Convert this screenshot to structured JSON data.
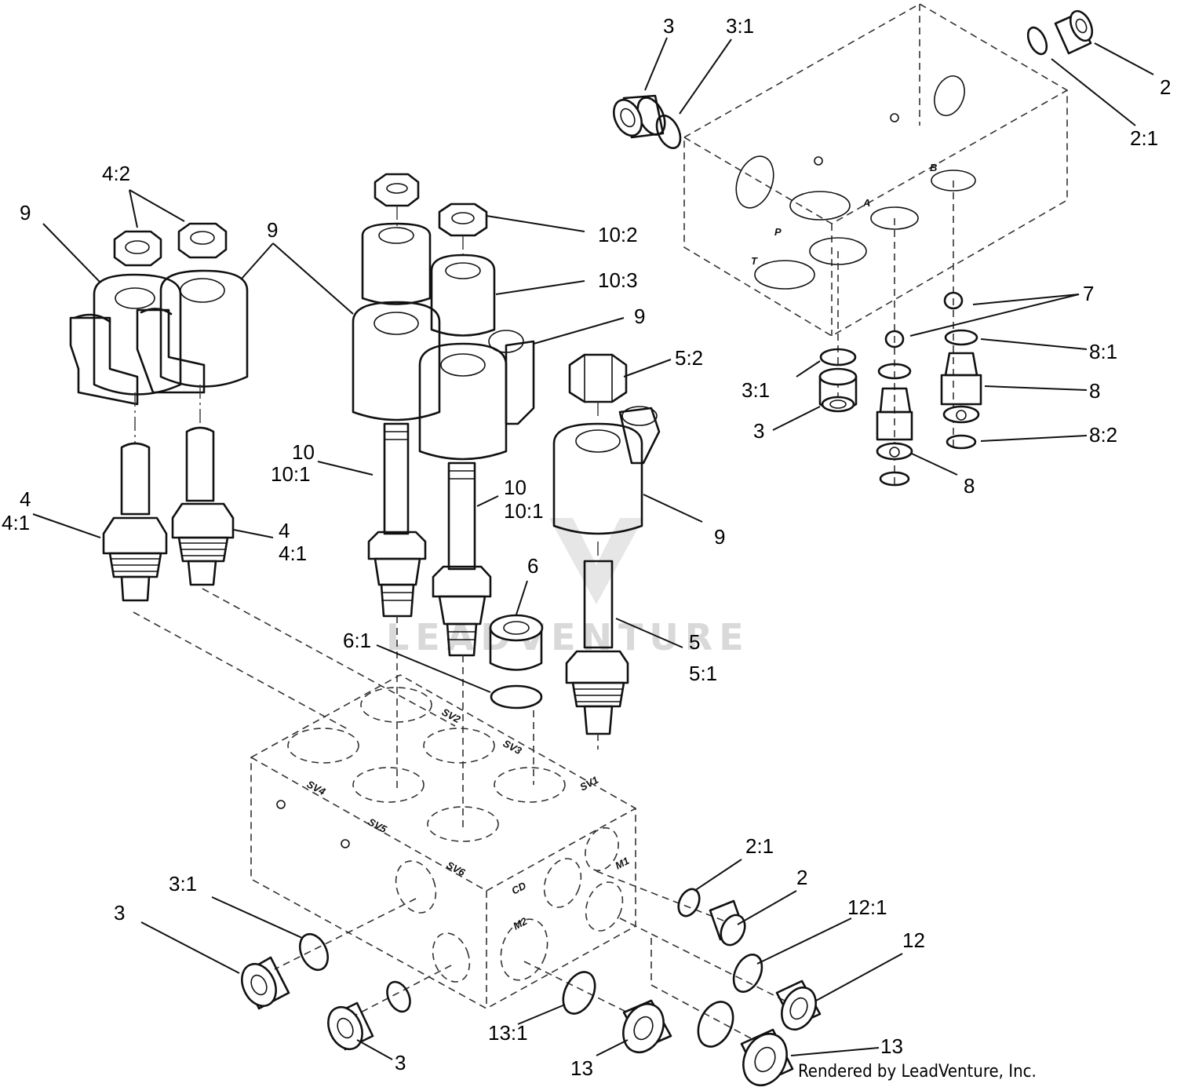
{
  "watermark": "LEADVENTURE",
  "credit": "Rendered by LeadVenture, Inc.",
  "port_labels": {
    "sv1": "SV1",
    "sv2": "SV2",
    "sv3": "SV3",
    "sv4": "SV4",
    "sv5": "SV5",
    "sv6": "SV6",
    "cd": "CD",
    "m1": "M1",
    "m2": "M2",
    "p": "P",
    "t": "T",
    "a": "A",
    "b": "B"
  },
  "callouts": {
    "c3_top": "3",
    "c3_1_top": "3:1",
    "c2_top": "2",
    "c2_1_top": "2:1",
    "c4_2": "4:2",
    "c9_left": "9",
    "c9_mid": "9",
    "c10_2": "10:2",
    "c10_3": "10:3",
    "c9_b": "9",
    "c5_2": "5:2",
    "c7": "7",
    "c8_1": "8:1",
    "c3_1_r": "3:1",
    "c8_r": "8",
    "c3_r": "3",
    "c8_2": "8:2",
    "c8_b": "8",
    "c10_a": "10",
    "c10_1_a": "10:1",
    "c10_b": "10",
    "c10_1_b": "10:1",
    "c4_a": "4",
    "c4_1_a": "4:1",
    "c4_b": "4",
    "c4_1_b": "4:1",
    "c9_c": "9",
    "c6": "6",
    "c6_1": "6:1",
    "c5": "5",
    "c5_1": "5:1",
    "c2_1_bot": "2:1",
    "c2_bot": "2",
    "c12_1": "12:1",
    "c12": "12",
    "c3_1_bot": "3:1",
    "c3_bot_l": "3",
    "c3_bot": "3",
    "c13_1": "13:1",
    "c13_a": "13",
    "c13_b": "13"
  }
}
